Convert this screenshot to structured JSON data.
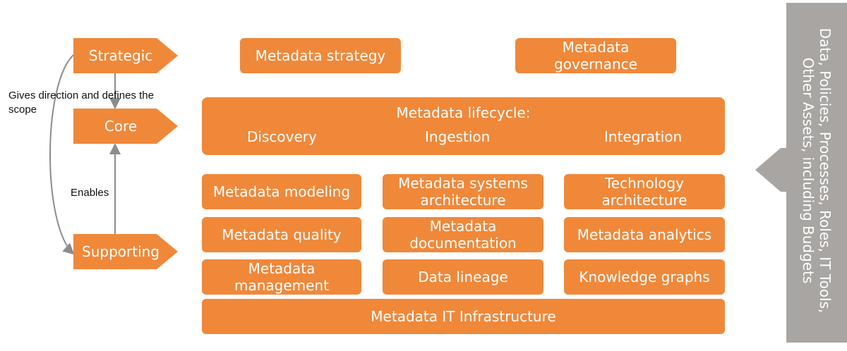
{
  "levels": {
    "strategic": "Strategic",
    "core": "Core",
    "supporting": "Supporting"
  },
  "annotations": {
    "gives_direction": "Gives direction and defines the scope",
    "enables": "Enables"
  },
  "strategic_boxes": {
    "strategy": "Metadata strategy",
    "governance": "Metadata governance"
  },
  "lifecycle": {
    "title": "Metadata lifecycle:",
    "discovery": "Discovery",
    "ingestion": "Ingestion",
    "integration": "Integration"
  },
  "supporting_boxes": {
    "modeling": "Metadata modeling",
    "systems_architecture": "Metadata systems architecture",
    "technology_architecture": "Technology architecture",
    "quality": "Metadata quality",
    "documentation": "Metadata documentation",
    "analytics": "Metadata analytics",
    "management": "Metadata management",
    "lineage": "Data lineage",
    "knowledge_graphs": "Knowledge graphs",
    "infrastructure": "Metadata IT Infrastructure"
  },
  "side_panel": {
    "text": "Data, Policies, Processes, Roles, IT Tools, Other Assets, including Budgets"
  },
  "colors": {
    "orange": "#f0883a",
    "gray": "#a8a5a2",
    "arrow_gray": "#8c8c8c"
  }
}
